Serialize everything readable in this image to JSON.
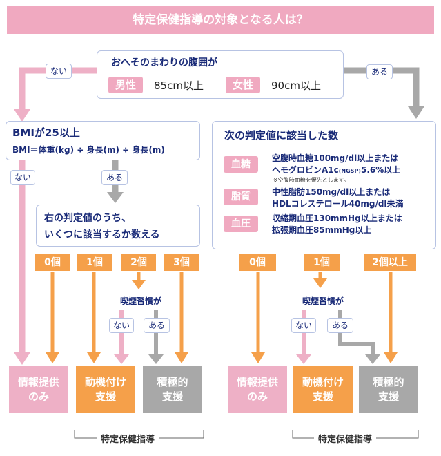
{
  "title": "特定保健指導の対象となる人は？",
  "waist": {
    "question": "おへそのまわりの腹囲が",
    "male_label": "男性",
    "male_value": "85cm以上",
    "female_label": "女性",
    "female_value": "90cm以上",
    "no": "ない",
    "yes": "ある"
  },
  "bmi": {
    "title": "BMIが25以上",
    "formula": "BMI＝体重(kg) ÷ 身長(m) ÷ 身長(m)",
    "no": "ない",
    "yes": "ある"
  },
  "left_count": {
    "line1": "右の判定値のうち、",
    "line2": "いくつに該当するか数える",
    "c0": "0個",
    "c1": "1個",
    "c2": "2個",
    "c3": "3個",
    "smoking": "喫煙習慣が",
    "no": "ない",
    "yes": "ある"
  },
  "right_panel": {
    "title": "次の判定値に該当した数",
    "rows": [
      {
        "tag": "血糖",
        "line1": "空腹時血糖100mg/dl以上または",
        "line2": "ヘモグロビンA1c",
        "line2_small": "(NGSP)",
        "line2_end": "5.6%以上",
        "note": "※空腹時血糖を優先とします。"
      },
      {
        "tag": "脂質",
        "line1": "中性脂肪150mg/dl以上または",
        "line2": "HDLコレステロール40mg/dl未満"
      },
      {
        "tag": "血圧",
        "line1": "収縮期血圧130mmHg以上または",
        "line2": "拡張期血圧85mmHg以上"
      }
    ],
    "c0": "0個",
    "c1": "1個",
    "c2": "2個以上",
    "smoking": "喫煙習慣が",
    "no": "ない",
    "yes": "ある"
  },
  "results": {
    "info_line1": "情報提供",
    "info_line2": "のみ",
    "motivation_line1": "動機付け",
    "motivation_line2": "支援",
    "active_line1": "積極的",
    "active_line2": "支援"
  },
  "bracket_label": "特定保健指導",
  "colors": {
    "pink": "#f0a9c0",
    "orange": "#f5a04a",
    "gray": "#a8a8a8",
    "navy": "#1a2b78",
    "border": "#b7c3e3"
  }
}
